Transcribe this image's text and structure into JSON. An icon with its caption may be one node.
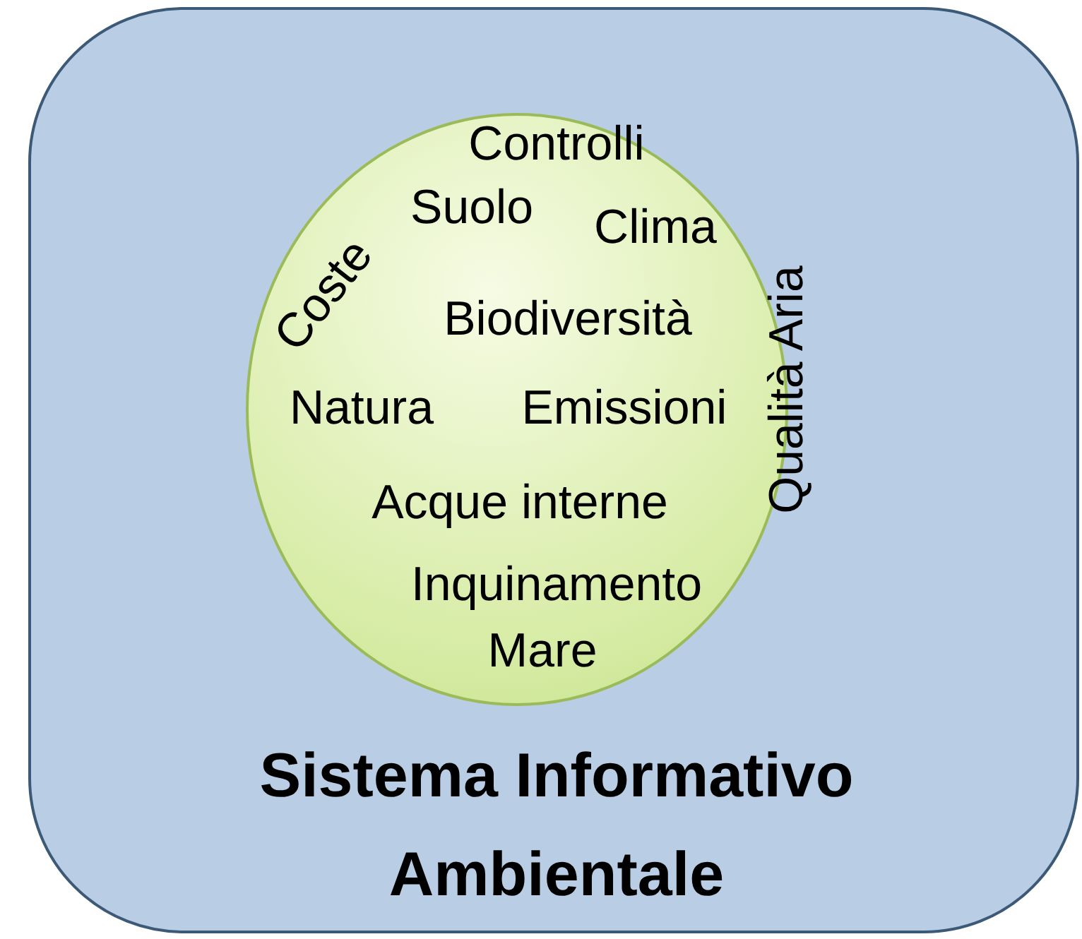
{
  "diagram": {
    "nodes": [
      {
        "text": [
          "Sistema Informativo Ambientale"
        ]
      },
      {
        "text": [
          "Controlli",
          "Suolo",
          "Clima",
          "Coste",
          "Biodiversità",
          "Qualità Aria",
          "Natura",
          "Emissioni",
          "Acque interne",
          "Inquinamento",
          "Mare"
        ],
        "in": 0
      }
    ]
  }
}
